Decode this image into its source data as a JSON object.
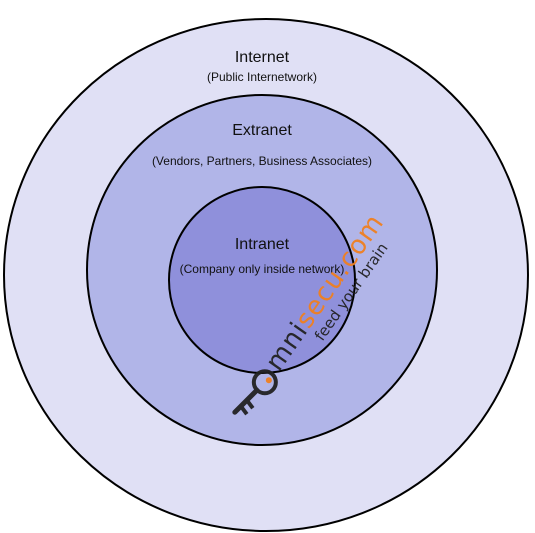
{
  "rings": {
    "internet": {
      "title": "Internet",
      "subtitle": "(Public Internetwork)",
      "fill": "#e0e0f5"
    },
    "extranet": {
      "title": "Extranet",
      "subtitle": "(Vendors, Partners, Business Associates)",
      "fill": "#b1b5e8"
    },
    "intranet": {
      "title": "Intranet",
      "subtitle": "(Company only inside network)",
      "fill": "#8f90db"
    }
  },
  "watermark": {
    "brand_prefix": "mni",
    "brand_mid": "secu",
    "brand_suffix": ".com",
    "tagline": "feed your brain",
    "accent_color": "#f08020",
    "key_color": "#222222",
    "icon": "key-icon"
  }
}
